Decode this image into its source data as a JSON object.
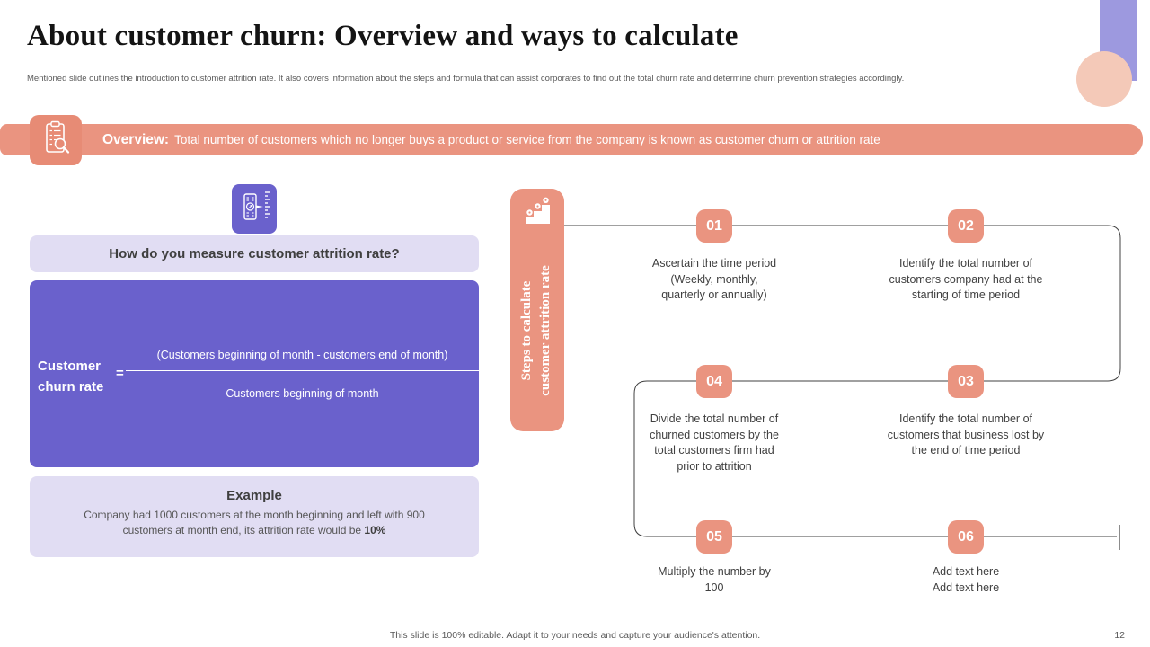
{
  "page": {
    "title": "About customer churn: Overview and ways to calculate",
    "subtitle": "Mentioned slide outlines the introduction to customer attrition rate. It also covers information about the steps and formula that can assist corporates to find out the total churn rate and determine churn prevention strategies accordingly.",
    "footer": "This slide is 100% editable.  Adapt it to your needs and capture your audience's attention.",
    "page_number": "12"
  },
  "overview_banner": {
    "label": "Overview:",
    "text": "Total number of customers which no longer buys a product or service from the company is known as customer churn or attrition rate",
    "icon": "clipboard-magnifier-icon"
  },
  "measure": {
    "question": "How do you measure customer attrition rate?",
    "formula": {
      "label": "Customer\nchurn rate",
      "equals": "=",
      "numerator": "(Customers beginning of month - customers end of month)",
      "denominator": "Customers beginning of month"
    },
    "example": {
      "title": "Example",
      "body": "Company had 1000  customers at the month beginning and left with 900\ncustomers at month end, its attrition rate would be ",
      "highlight": "10%"
    }
  },
  "steps": {
    "tab_label": "Steps to calculate\ncustomer attrition rate",
    "items": [
      {
        "number": "01",
        "text": "Ascertain the time period\n(Weekly, monthly,\nquarterly or annually)"
      },
      {
        "number": "02",
        "text": "Identify the total number of\ncustomers company had at the\nstarting of time period"
      },
      {
        "number": "03",
        "text": "Identify the total number of\ncustomers that business lost by\nthe end of time period"
      },
      {
        "number": "04",
        "text": "Divide the total number of\nchurned customers by the\ntotal customers firm had\nprior to attrition"
      },
      {
        "number": "05",
        "text": "Multiply the number by\n100"
      },
      {
        "number": "06",
        "text": "Add text here\nAdd text here"
      }
    ]
  },
  "colors": {
    "salmon": "#EA9480",
    "salmon_dark": "#E78B75",
    "purple": "#6A61CC",
    "lavender": "#E1DDF3",
    "accent_rect": "#9D99DF",
    "accent_circle": "#F4C9B8",
    "line": "#404040"
  }
}
